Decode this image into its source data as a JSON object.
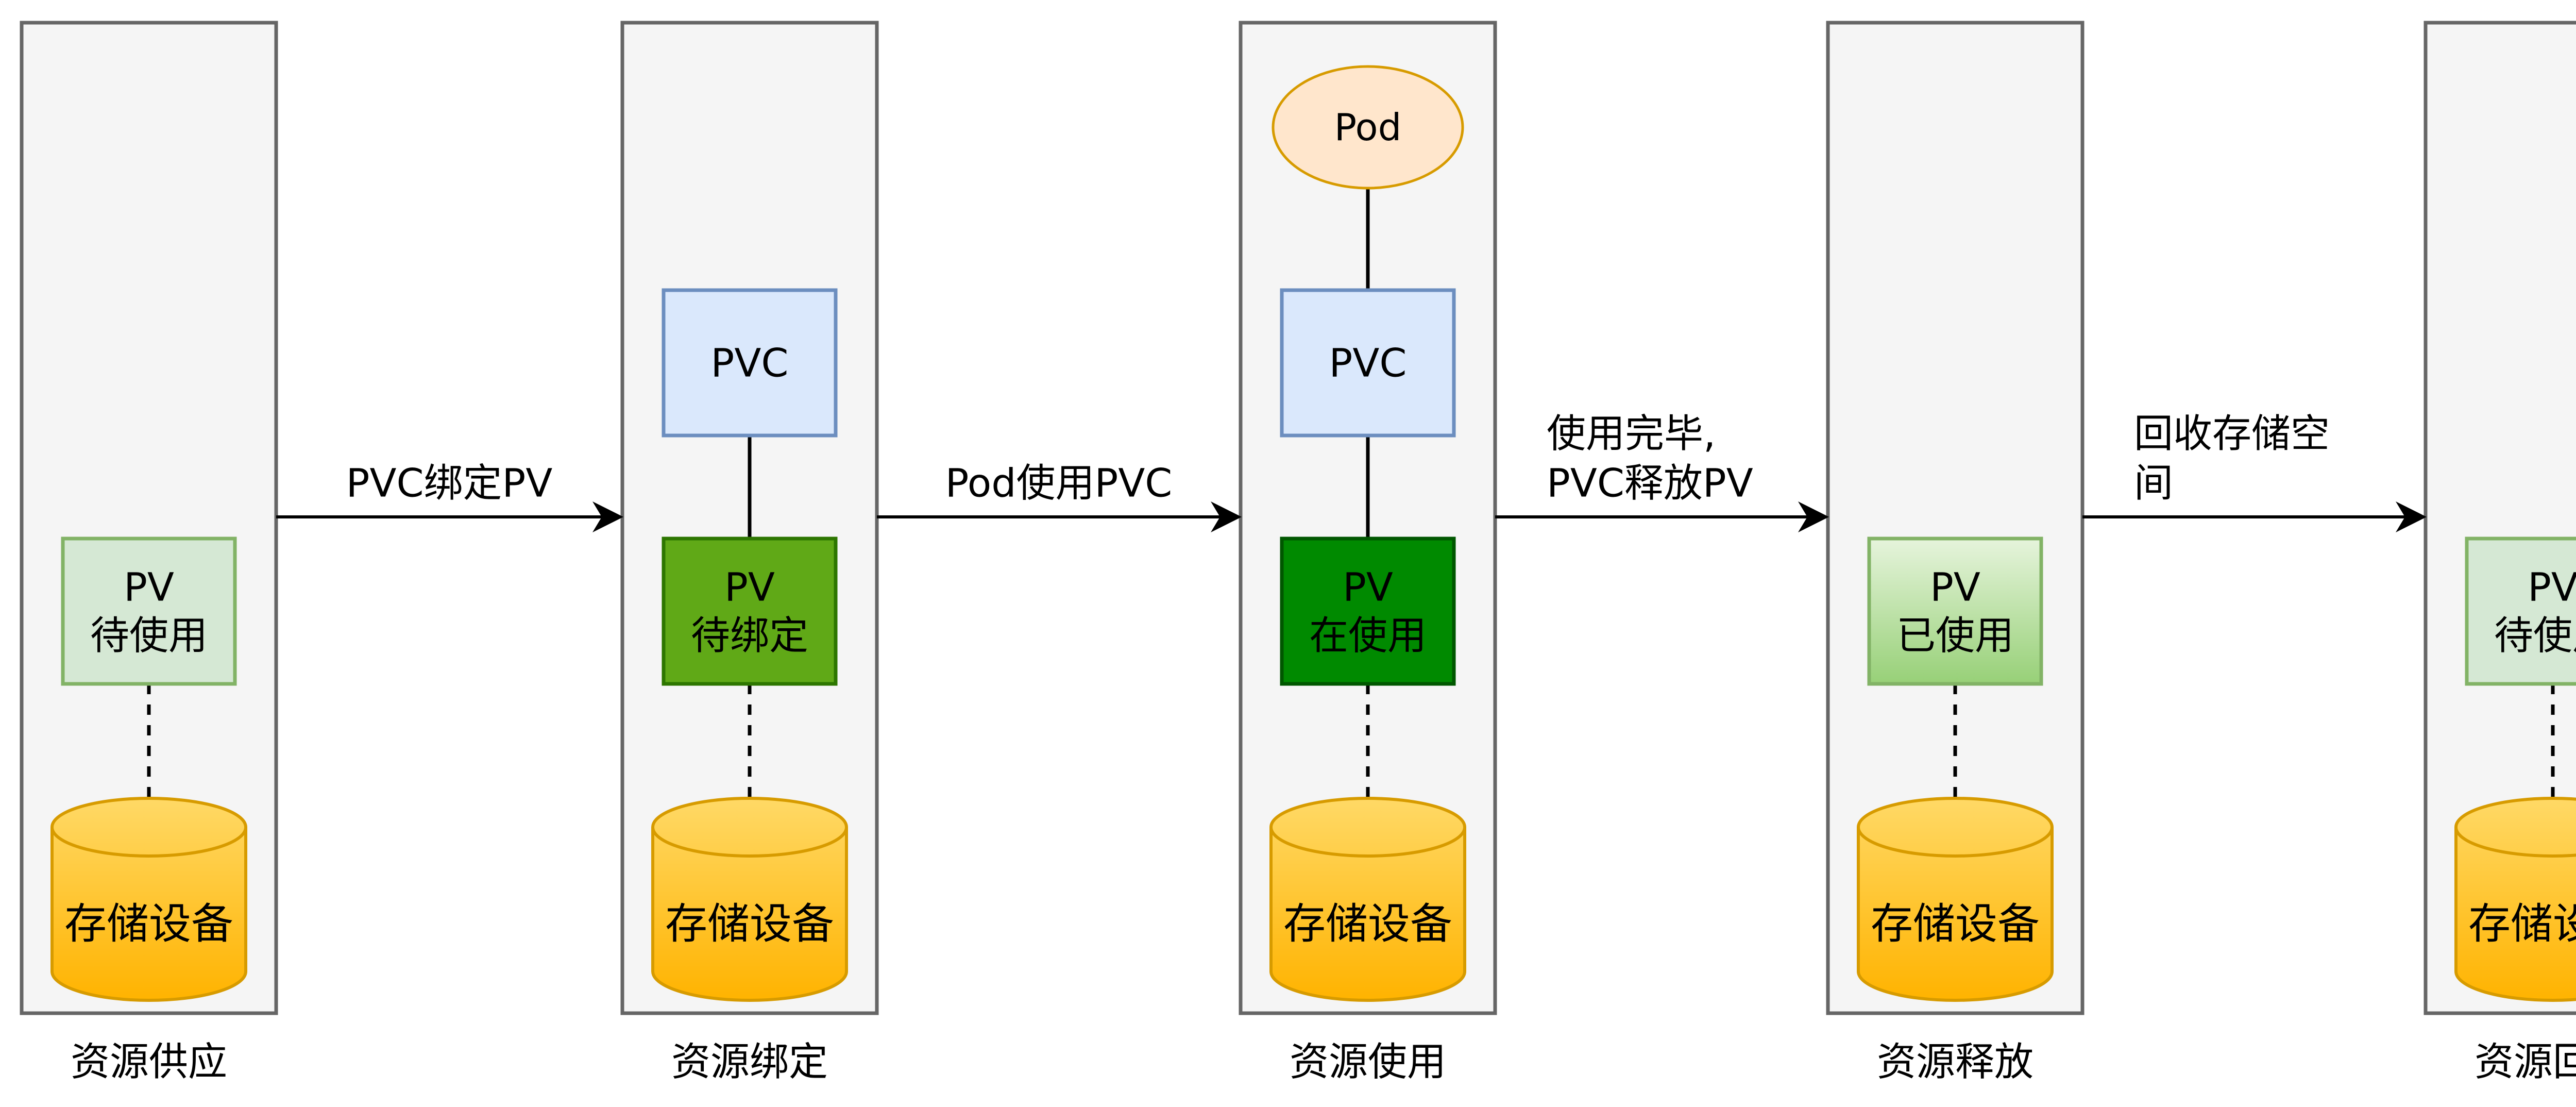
{
  "stages": [
    {
      "label": "资源供应",
      "pv_lines": [
        "PV",
        "待使用"
      ],
      "pv_fill": "#d5e8d4",
      "pv_stroke": "#82b366",
      "pv_text_color": "#000000",
      "storage": "存储设备",
      "has_pvc": false,
      "has_pod": false
    },
    {
      "label": "资源绑定",
      "pv_lines": [
        "PV",
        "待绑定"
      ],
      "pv_fill": "#60a917",
      "pv_stroke": "#2d7600",
      "pv_text_color": "#ffffff",
      "storage": "存储设备",
      "has_pvc": true,
      "pvc_label": "PVC",
      "has_pod": false
    },
    {
      "label": "资源使用",
      "pv_lines": [
        "PV",
        "在使用"
      ],
      "pv_fill": "#008a00",
      "pv_stroke": "#005700",
      "pv_text_color": "#ffffff",
      "storage": "存储设备",
      "has_pvc": true,
      "pvc_label": "PVC",
      "has_pod": true,
      "pod_label": "Pod"
    },
    {
      "label": "资源释放",
      "pv_lines": [
        "PV",
        "已使用"
      ],
      "pv_fill": "#b9e0a5",
      "pv_stroke": "#82b366",
      "pv_text_color": "#000000",
      "storage": "存储设备",
      "has_pvc": false,
      "has_pod": false
    },
    {
      "label": "资源回收",
      "pv_lines": [
        "PV",
        "待使用"
      ],
      "pv_fill": "#d5e8d4",
      "pv_stroke": "#82b366",
      "pv_text_color": "#000000",
      "storage": "存储设备",
      "has_pvc": false,
      "has_pod": false
    }
  ],
  "transitions": [
    {
      "lines": [
        "PVC绑定PV"
      ]
    },
    {
      "lines": [
        "Pod使用PVC"
      ]
    },
    {
      "lines": [
        "使用完毕,",
        "PVC释放PV"
      ]
    },
    {
      "lines": [
        "回收存储空",
        "间"
      ]
    }
  ],
  "colors": {
    "lane_fill": "#f5f5f5",
    "lane_stroke": "#666666",
    "pvc_fill": "#dae8fc",
    "pvc_stroke": "#6c8ebf",
    "pod_fill": "#ffe6cc",
    "pod_stroke": "#d79b00",
    "storage_fill": "#ffcd28",
    "storage_stroke": "#d79b00",
    "arrow": "#000000"
  }
}
